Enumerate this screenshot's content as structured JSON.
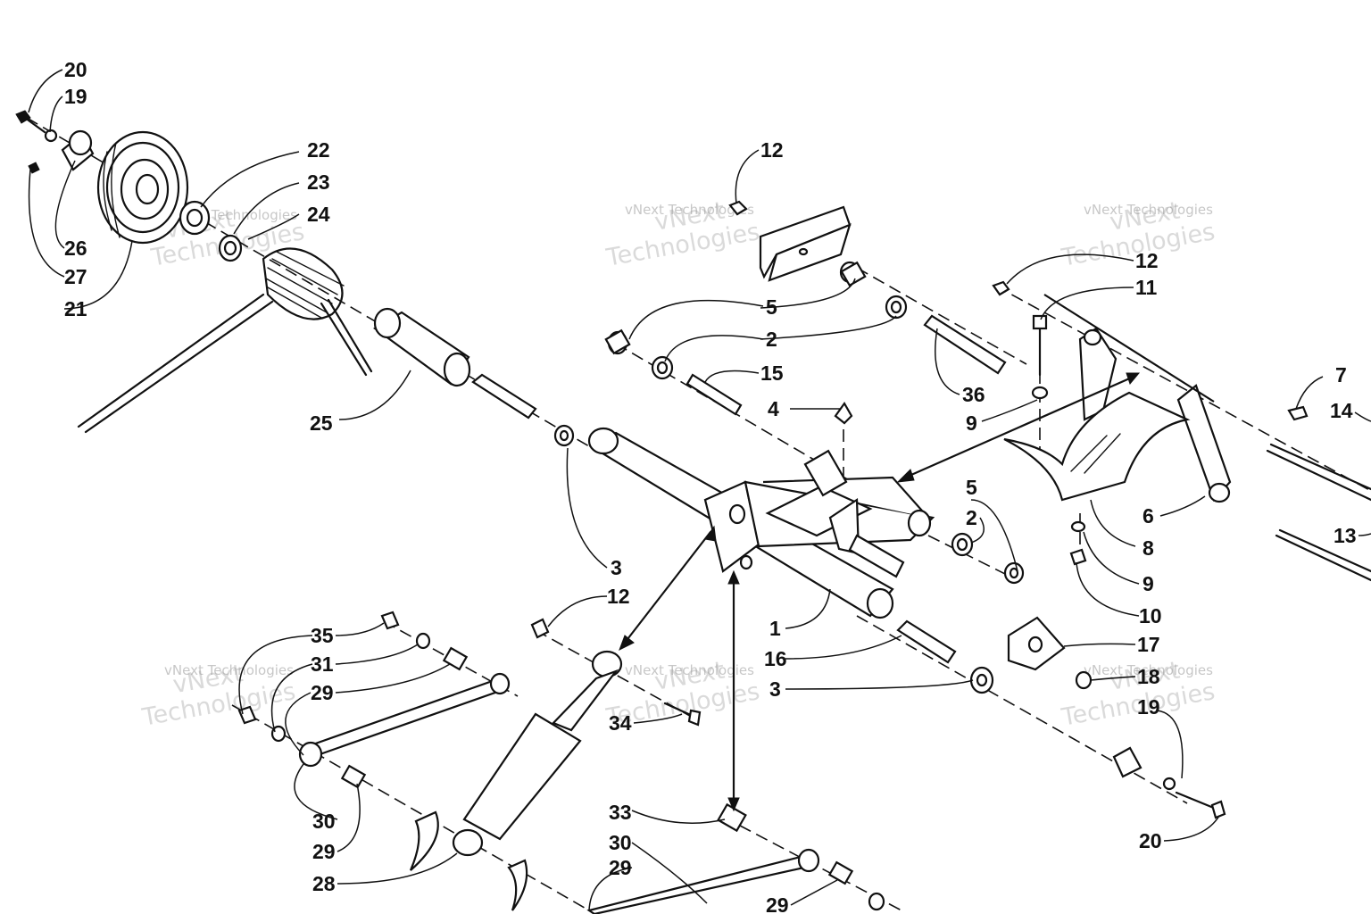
{
  "callouts": [
    {
      "id": "c20a",
      "text": "20"
    },
    {
      "id": "c19a",
      "text": "19"
    },
    {
      "id": "c22",
      "text": "22"
    },
    {
      "id": "c23",
      "text": "23"
    },
    {
      "id": "c24",
      "text": "24"
    },
    {
      "id": "c26",
      "text": "26"
    },
    {
      "id": "c27",
      "text": "27"
    },
    {
      "id": "c21",
      "text": "21"
    },
    {
      "id": "c25",
      "text": "25"
    },
    {
      "id": "c12a",
      "text": "12"
    },
    {
      "id": "c5a",
      "text": "5"
    },
    {
      "id": "c2a",
      "text": "2"
    },
    {
      "id": "c15",
      "text": "15"
    },
    {
      "id": "c4",
      "text": "4"
    },
    {
      "id": "c12b",
      "text": "12"
    },
    {
      "id": "c11",
      "text": "11"
    },
    {
      "id": "c36",
      "text": "36"
    },
    {
      "id": "c9a",
      "text": "9"
    },
    {
      "id": "c7",
      "text": "7"
    },
    {
      "id": "c14",
      "text": "14"
    },
    {
      "id": "c5b",
      "text": "5"
    },
    {
      "id": "c2b",
      "text": "2"
    },
    {
      "id": "c6",
      "text": "6"
    },
    {
      "id": "c8",
      "text": "8"
    },
    {
      "id": "c13",
      "text": "13"
    },
    {
      "id": "c9b",
      "text": "9"
    },
    {
      "id": "c10",
      "text": "10"
    },
    {
      "id": "c3a",
      "text": "3"
    },
    {
      "id": "c12c",
      "text": "12"
    },
    {
      "id": "c1",
      "text": "1"
    },
    {
      "id": "c16",
      "text": "16"
    },
    {
      "id": "c3b",
      "text": "3"
    },
    {
      "id": "c17",
      "text": "17"
    },
    {
      "id": "c18",
      "text": "18"
    },
    {
      "id": "c19b",
      "text": "19"
    },
    {
      "id": "c20b",
      "text": "20"
    },
    {
      "id": "c35",
      "text": "35"
    },
    {
      "id": "c31",
      "text": "31"
    },
    {
      "id": "c29a",
      "text": "29"
    },
    {
      "id": "c34",
      "text": "34"
    },
    {
      "id": "c30a",
      "text": "30"
    },
    {
      "id": "c29b",
      "text": "29"
    },
    {
      "id": "c28",
      "text": "28"
    },
    {
      "id": "c33",
      "text": "33"
    },
    {
      "id": "c30b",
      "text": "30"
    },
    {
      "id": "c29c",
      "text": "29"
    },
    {
      "id": "c29d",
      "text": "29"
    }
  ],
  "watermark": {
    "brand_line1": "vNext",
    "brand_line2": "Technologies",
    "small": "vNext Technologies"
  }
}
